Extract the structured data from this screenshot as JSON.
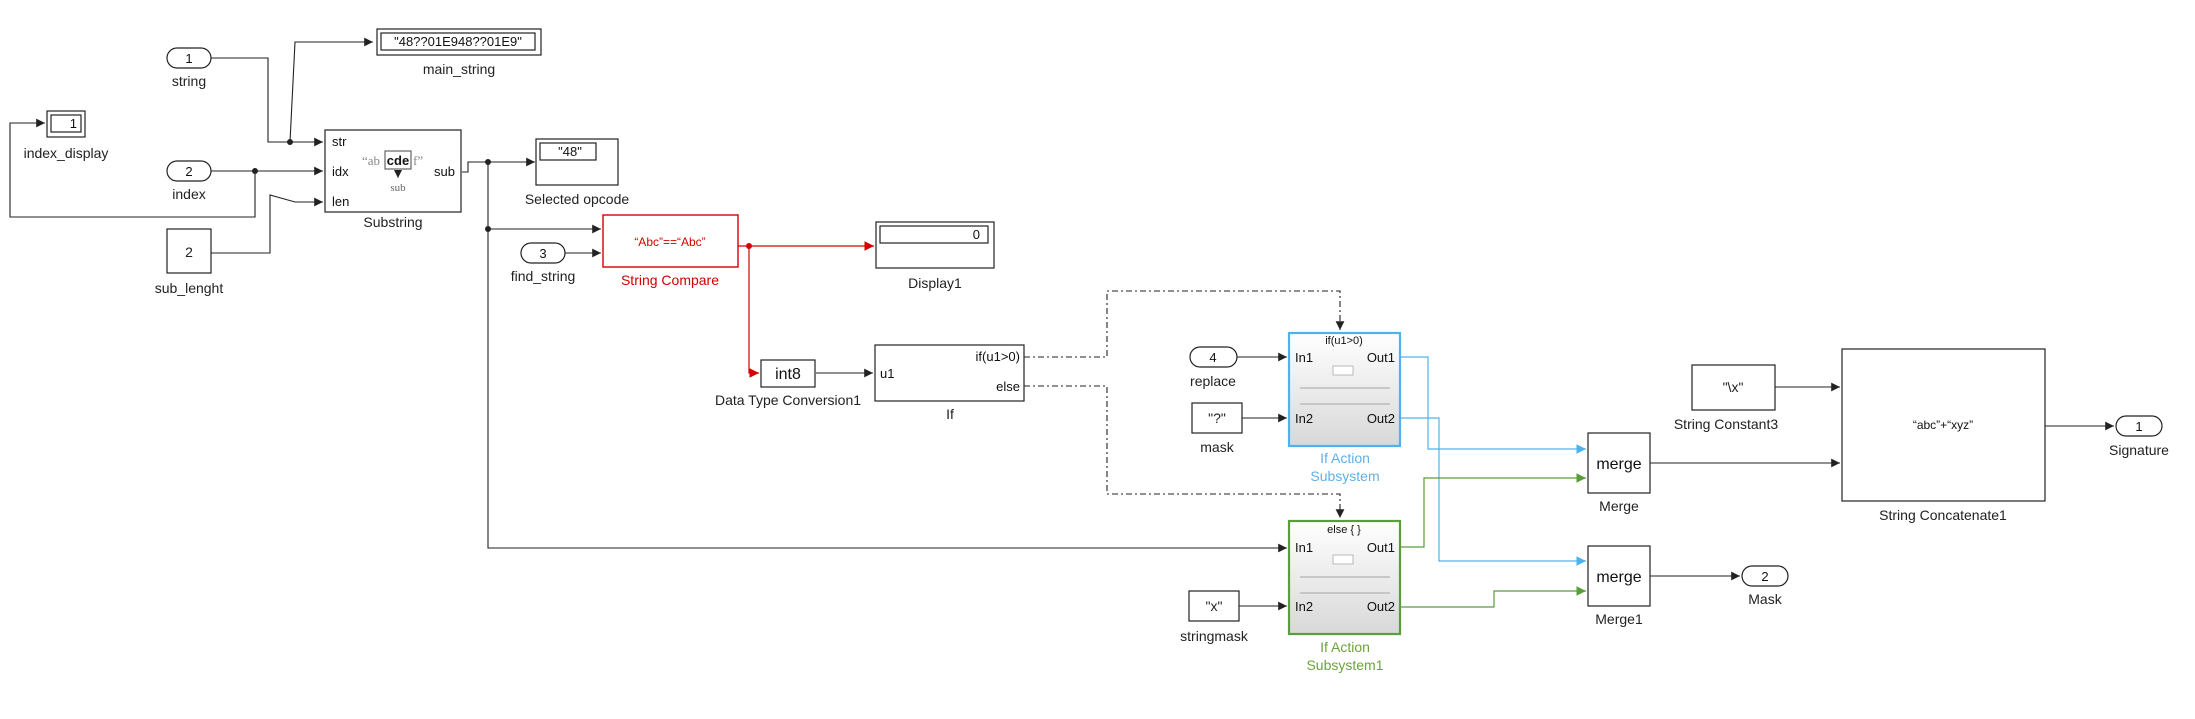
{
  "colors": {
    "red": "#d40000",
    "blue": "#4db3f0",
    "green": "#5a9e3c",
    "green_text": "#6ba33c",
    "blue_text": "#5fb0e8"
  },
  "inports": {
    "string": {
      "num": "1",
      "name": "string"
    },
    "index": {
      "num": "2",
      "name": "index"
    },
    "find": {
      "num": "3",
      "name": "find_string"
    },
    "replace": {
      "num": "4",
      "name": "replace"
    }
  },
  "outports": {
    "signature": {
      "num": "1",
      "name": "Signature"
    },
    "mask": {
      "num": "2",
      "name": "Mask"
    }
  },
  "blocks": {
    "index_display": {
      "value": "1",
      "name": "index_display"
    },
    "main_string": {
      "value": "\"48??01E948??01E9\"",
      "name": "main_string"
    },
    "sub_length": {
      "value": "2",
      "name": "sub_lenght"
    },
    "substring": {
      "name": "Substring",
      "ports_in": [
        "str",
        "idx",
        "len"
      ],
      "port_out": "sub",
      "icon_pre": "“ab",
      "icon_mid": "cde",
      "icon_post": "f”",
      "icon_sub": "sub"
    },
    "selected_opcode": {
      "value": "\"48\"",
      "name": "Selected opcode"
    },
    "string_compare": {
      "text": "“Abc”==“Abc”",
      "name": "String Compare"
    },
    "display1": {
      "value": "0",
      "name": "Display1"
    },
    "dtc": {
      "text": "int8",
      "name": "Data Type Conversion1"
    },
    "if_block": {
      "name": "If",
      "port_in": "u1",
      "out1": "if(u1>0)",
      "out2": "else"
    },
    "mask_const": {
      "value": "\"?\"",
      "name": "mask"
    },
    "stringmask_const": {
      "value": "\"x\"",
      "name": "stringmask"
    },
    "ifaction1": {
      "title": "if(u1>0)",
      "name_line1": "If Action",
      "name_line2": "Subsystem",
      "in1": "In1",
      "in2": "In2",
      "out1": "Out1",
      "out2": "Out2"
    },
    "ifaction2": {
      "title": "else { }",
      "name_line1": "If Action",
      "name_line2": "Subsystem1",
      "in1": "In1",
      "in2": "In2",
      "out1": "Out1",
      "out2": "Out2"
    },
    "merge": {
      "text": "merge",
      "name": "Merge"
    },
    "merge1": {
      "text": "merge",
      "name": "Merge1"
    },
    "string_const3": {
      "value": "\"\\x\"",
      "name": "String Constant3"
    },
    "concat": {
      "text": "“abc”+“xyz”",
      "name": "String Concatenate1"
    }
  }
}
